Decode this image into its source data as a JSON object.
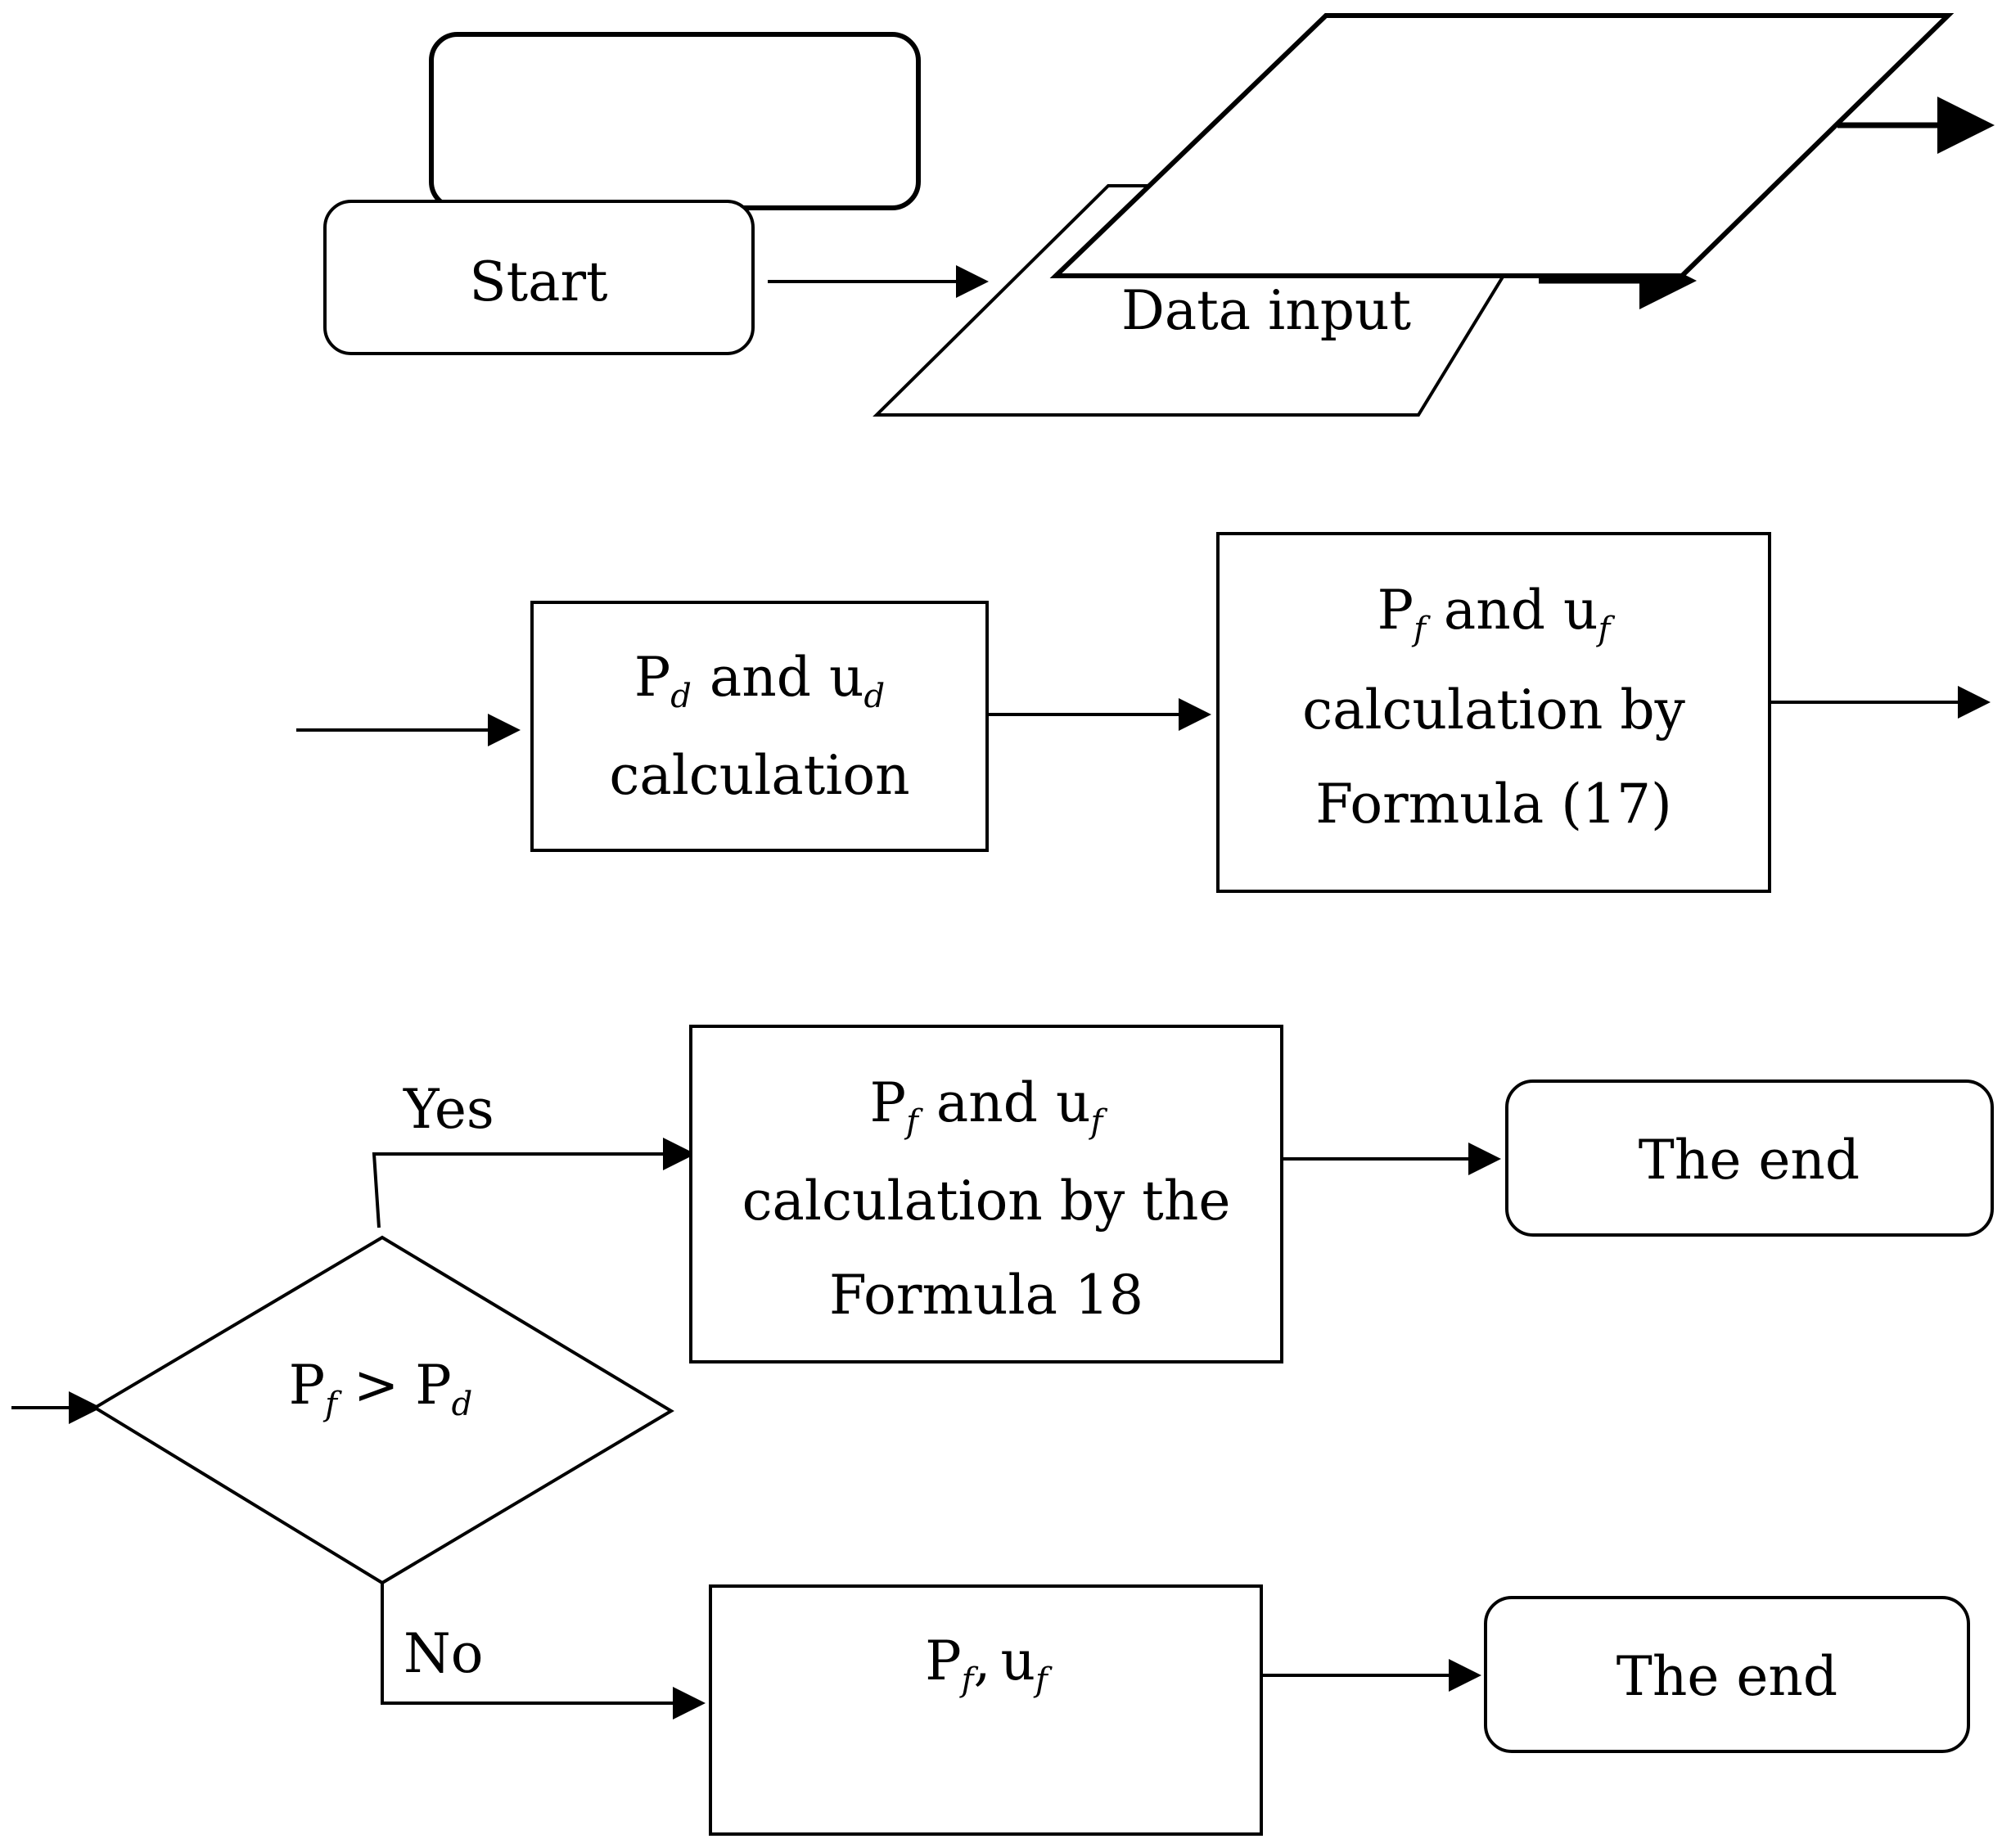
{
  "nodes": {
    "start": {
      "label": "Start"
    },
    "data_input": {
      "label": "Data input"
    },
    "pd_ud": {
      "p_sym": "P",
      "p_sub": "d",
      "conj": "and",
      "u_sym": "u",
      "u_sub": "d",
      "line2": "calculation"
    },
    "pf_uf_17": {
      "p_sym": "P",
      "p_sub": "f",
      "conj": "and",
      "u_sym": "u",
      "u_sub": "f",
      "line2": "calculation by",
      "line3": "Formula (17)"
    },
    "decision": {
      "p1": "P",
      "p1_sub": "f",
      "op": ">",
      "p2": "P",
      "p2_sub": "d"
    },
    "yes_label": "Yes",
    "no_label": "No",
    "pf_uf_18": {
      "p_sym": "P",
      "p_sub": "f",
      "conj": "and",
      "u_sym": "u",
      "u_sub": "f",
      "line2": "calculation by the",
      "line3": "Formula 18"
    },
    "pf_uf_result": {
      "p_sym": "P",
      "p_sub": "f",
      "sep": ",",
      "u_sym": "u",
      "u_sub": "f"
    },
    "end_yes": {
      "label": "The end"
    },
    "end_no": {
      "label": "The end"
    }
  }
}
